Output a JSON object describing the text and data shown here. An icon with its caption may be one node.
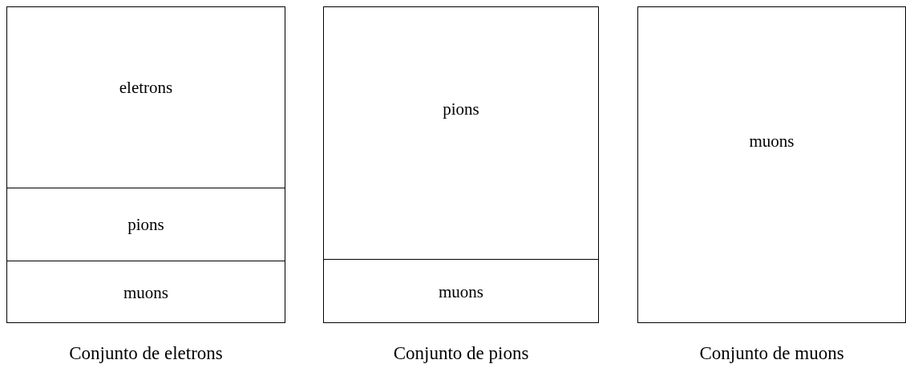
{
  "diagram": {
    "nodes": [
      {
        "text": [
          "Conjunto de eletrons"
        ]
      },
      {
        "text": [
          "eletrons"
        ],
        "in": 0
      },
      {
        "text": [
          "pions"
        ],
        "in": 0
      },
      {
        "text": [
          "muons"
        ],
        "in": 0
      },
      {
        "text": [
          "Conjunto de pions"
        ]
      },
      {
        "text": [
          "pions"
        ],
        "in": 4
      },
      {
        "text": [
          "muons"
        ],
        "in": 4
      },
      {
        "text": [
          "Conjunto de muons"
        ]
      },
      {
        "text": [
          "muons"
        ],
        "in": 7
      }
    ],
    "edges": []
  }
}
